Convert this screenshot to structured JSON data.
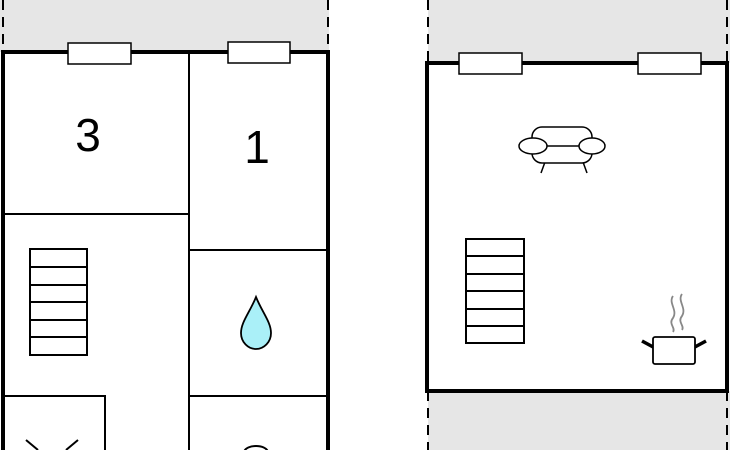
{
  "floor_plan": {
    "left_floor": {
      "rooms": [
        {
          "id": "bedroom-3",
          "label": "3"
        },
        {
          "id": "bedroom-1",
          "label": "1"
        }
      ],
      "icons": [
        "staircase-icon",
        "water-drop-icon",
        "bed-partial-icon",
        "toilet-partial-icon"
      ]
    },
    "right_floor": {
      "icons": [
        "sofa-icon",
        "staircase-icon",
        "cooking-pot-icon"
      ]
    },
    "colors": {
      "outside_area": "#e6e6e6",
      "wall": "#000000",
      "water_drop": "#aaf0f8"
    }
  }
}
